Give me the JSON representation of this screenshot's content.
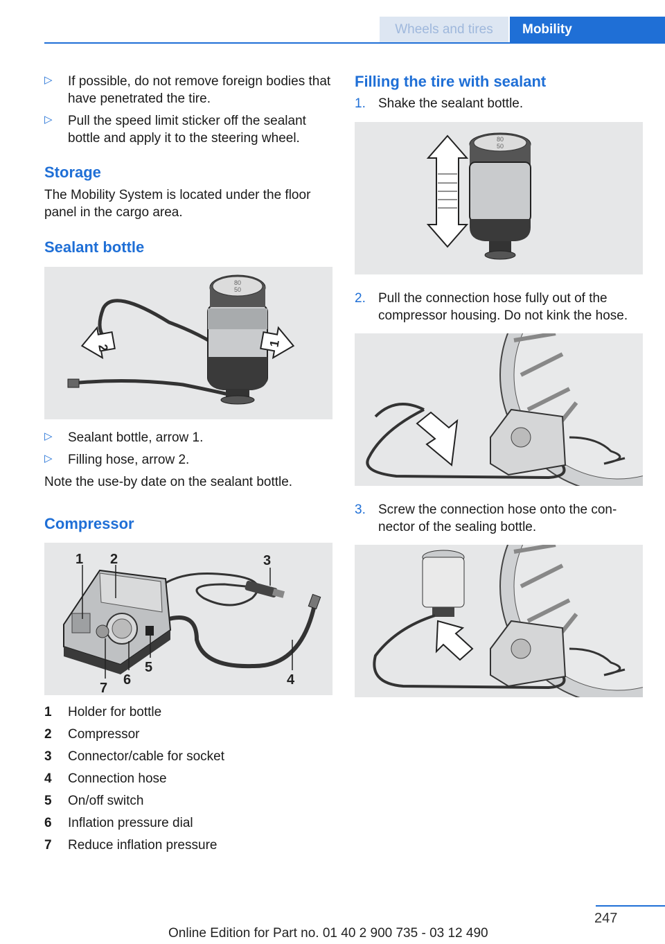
{
  "header": {
    "section": "Wheels and tires",
    "tab": "Mobility"
  },
  "left": {
    "bullets_top": [
      "If possible, do not remove foreign bodies that have penetrated the tire.",
      "Pull the speed limit sticker off the sealant bottle and apply it to the steering wheel."
    ],
    "storage_heading": "Storage",
    "storage_text": "The Mobility System is located under the floor panel in the cargo area.",
    "sealant_heading": "Sealant bottle",
    "sealant_fig_labels": [
      "1",
      "2"
    ],
    "sealant_bullets": [
      "Sealant bottle, arrow 1.",
      "Filling hose, arrow 2."
    ],
    "sealant_note": "Note the use-by date on the sealant bottle.",
    "compressor_heading": "Compressor",
    "compressor_fig_labels": [
      "1",
      "2",
      "3",
      "4",
      "5",
      "6",
      "7"
    ],
    "compressor_items": [
      {
        "n": "1",
        "t": "Holder for bottle"
      },
      {
        "n": "2",
        "t": "Compressor"
      },
      {
        "n": "3",
        "t": "Connector/cable for socket"
      },
      {
        "n": "4",
        "t": "Connection hose"
      },
      {
        "n": "5",
        "t": "On/off switch"
      },
      {
        "n": "6",
        "t": "Inflation pressure dial"
      },
      {
        "n": "7",
        "t": "Reduce inflation pressure"
      }
    ]
  },
  "right": {
    "heading": "Filling the tire with sealant",
    "steps": [
      {
        "n": "1.",
        "t": "Shake the sealant bottle."
      },
      {
        "n": "2.",
        "t": "Pull the connection hose fully out of the compressor housing. Do not kink the hose."
      },
      {
        "n": "3.",
        "t": "Screw the connection hose onto the con‐nector of the sealing bottle."
      }
    ],
    "bottle_dial": [
      "80",
      "50"
    ]
  },
  "footer": {
    "page_number": "247",
    "edition": "Online Edition for Part no. 01 40 2 900 735 - 03 12 490"
  },
  "bullet_icon": "triangle-right-icon"
}
